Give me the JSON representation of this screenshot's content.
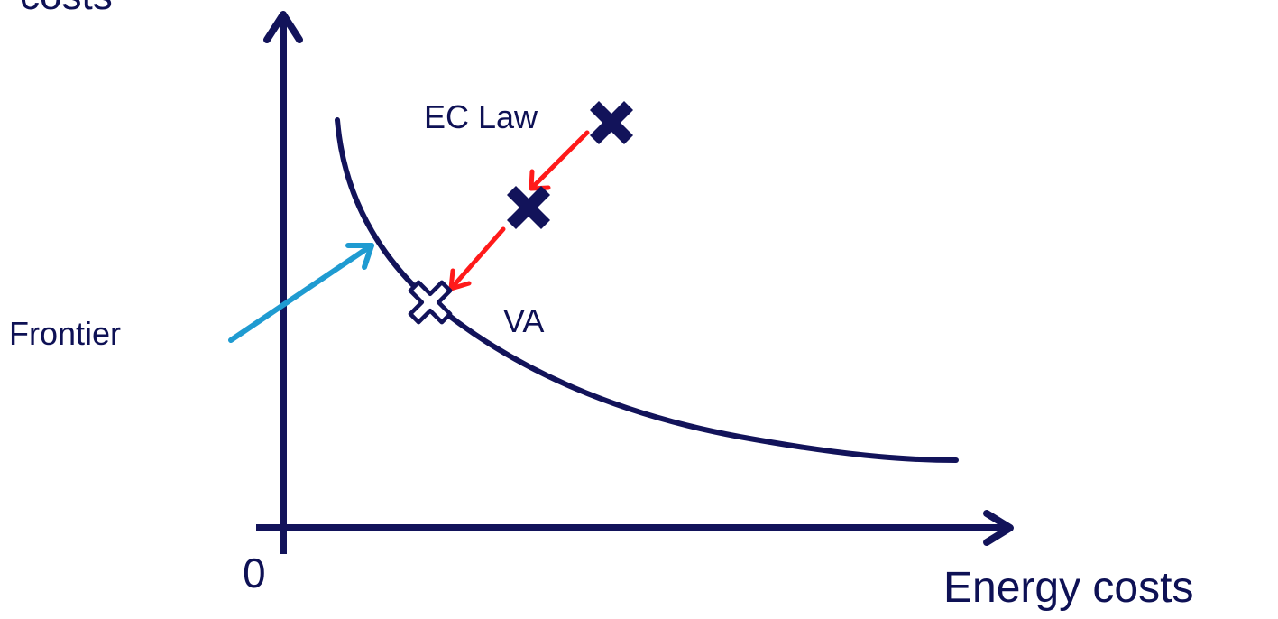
{
  "axes": {
    "y_label": "costs",
    "x_label": "Energy costs",
    "origin_label": "0"
  },
  "labels": {
    "frontier": "Frontier",
    "ec_law": "EC Law",
    "va": "VA"
  },
  "colors": {
    "text": "#0e1155",
    "axis": "#12135a",
    "curve": "#12135a",
    "ec_arrow": "#ff1a1a",
    "frontier_arrow": "#1f9bd1",
    "marker_fill": "#12135a",
    "va_marker_fill": "#ffffff"
  },
  "icons": {
    "ec_law_marker": "cross-icon",
    "intermediate_marker": "cross-icon",
    "va_marker": "cross-outline-icon"
  }
}
